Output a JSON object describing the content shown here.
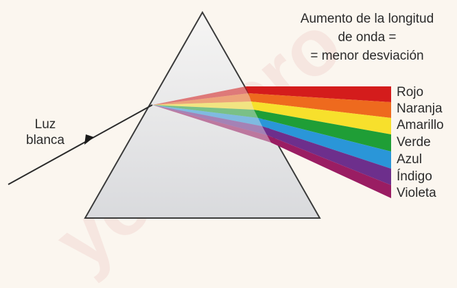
{
  "caption": {
    "line1": "Aumento de la longitud",
    "line2": "de onda =",
    "line3": "= menor desviación"
  },
  "incoming_light": {
    "line1": "Luz",
    "line2": "blanca"
  },
  "spectrum": [
    {
      "label": "Rojo",
      "color": "#d41c1c"
    },
    {
      "label": "Naranja",
      "color": "#ee6a1e"
    },
    {
      "label": "Amarillo",
      "color": "#f7e02c"
    },
    {
      "label": "Verde",
      "color": "#1f9e36"
    },
    {
      "label": "Azul",
      "color": "#2a96d8"
    },
    {
      "label": "Índigo",
      "color": "#6d2f8c"
    },
    {
      "label": "Violeta",
      "color": "#9a1d63"
    }
  ],
  "watermark": "yoquiero"
}
